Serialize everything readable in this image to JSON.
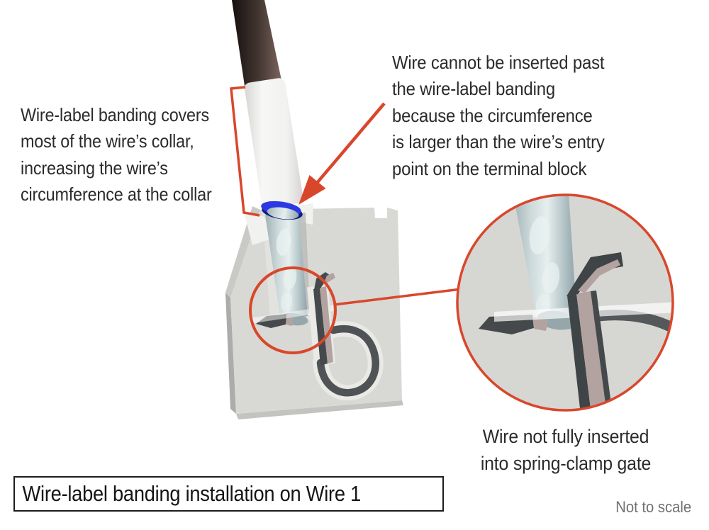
{
  "colors": {
    "accent_red": "#d9472b",
    "collar_blue": "#2c38e4",
    "collar_blue_shadow": "#141b82",
    "metal_wire": "#b9c9cc",
    "banding_white": "#f4f4f2",
    "cable_brown": "#4a3a33",
    "block_gray": "#d8d8d4",
    "inset_gray": "#d6d6d3",
    "clamp_gray": "#4f5356",
    "clamp_mauve": "#b2a3a1",
    "title_text": "#151515",
    "note_text": "#2b2b2b",
    "muted_text": "#707070"
  },
  "labels": {
    "left_note": "Wire-label banding covers\nmost of the wire’s collar,\nincreasing the wire’s\ncircumference at the collar",
    "right_note": "Wire cannot be inserted past\nthe wire-label banding\nbecause the circumference\nis larger than the wire’s entry\npoint on the terminal block",
    "inset_caption": "Wire not fully inserted\ninto spring-clamp gate",
    "title": "Wire-label banding installation on Wire 1",
    "scale_note": "Not to scale"
  }
}
